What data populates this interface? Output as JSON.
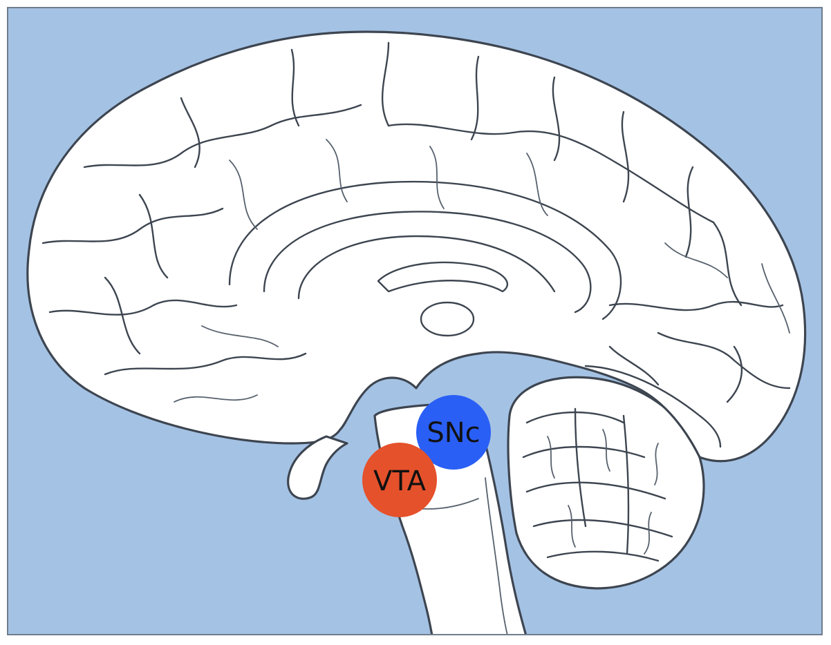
{
  "diagram": {
    "background_color": "#a4c2e4",
    "regions": [
      {
        "id": "snc",
        "label": "SNc",
        "color": "#2a5ff5"
      },
      {
        "id": "vta",
        "label": "VTA",
        "color": "#e5512b"
      }
    ]
  }
}
